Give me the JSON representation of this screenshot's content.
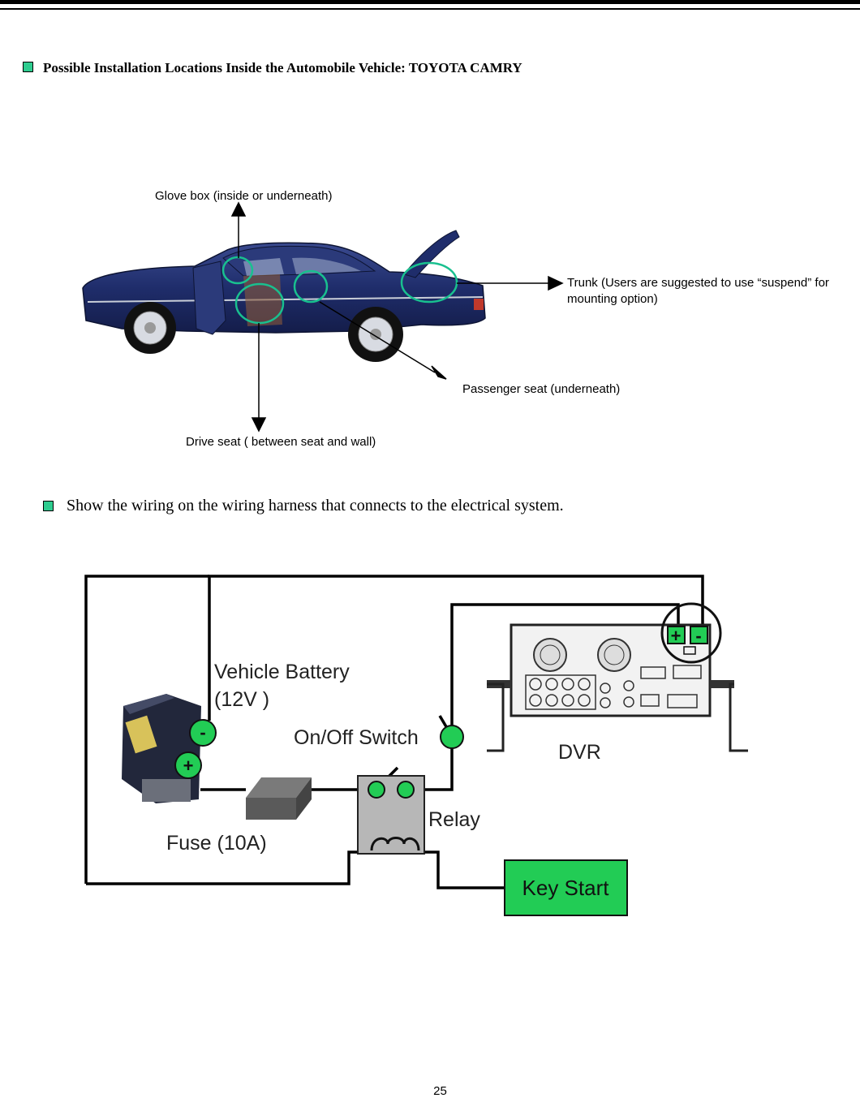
{
  "section1": {
    "heading": "Possible Installation Locations Inside the Automobile Vehicle:  TOYOTA CAMRY",
    "callouts": {
      "glove_box": "Glove box (inside or underneath)",
      "trunk_line1": "Trunk (Users are suggested to use “suspend” for",
      "trunk_line2": "mounting option)",
      "passenger_seat": "Passenger seat (underneath)",
      "drive_seat": "Drive seat ( between seat and wall)"
    }
  },
  "section2": {
    "heading": "Show the wiring on the wiring harness that connects to the electrical system."
  },
  "wiring": {
    "vehicle_battery": "Vehicle Battery",
    "battery_voltage": "(12V )",
    "on_off_switch": "On/Off Switch",
    "dvr": "DVR",
    "relay": "Relay",
    "fuse": "Fuse (10A)",
    "key_start": "Key Start",
    "plus": "+",
    "minus": "-"
  },
  "colors": {
    "accent_green": "#2ecc8f",
    "car_blue": "#1f2d6b",
    "key_start_green": "#22cc55"
  },
  "page_number": "25"
}
